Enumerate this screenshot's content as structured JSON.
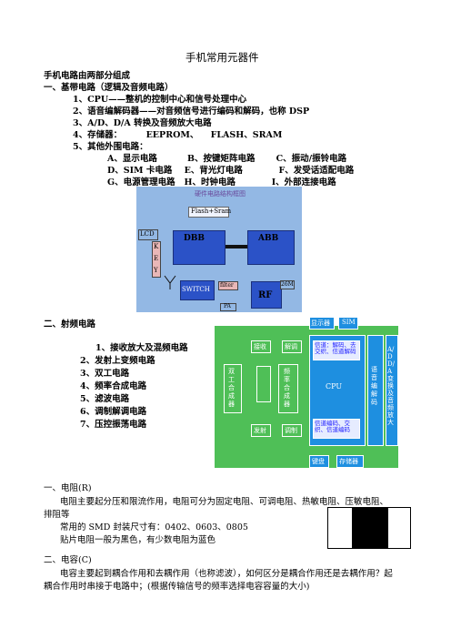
{
  "title": "手机常用元器件",
  "intro": "手机电路由两部分组成",
  "section1": {
    "heading": "一、基带电路（逻辑及音频电路）",
    "items": [
      "1、CPU——整机的控制中心和信号处理中心",
      "2、语音编解码器——对音频信号进行编码和解码，也称 DSP",
      "3、A/D、D/A 转换及音频放大电路",
      "4、存储器：        EEPROM、    FLASH、SRAM",
      "5、其他外围电路："
    ],
    "peripherals": [
      "A、显示电路          B、按键矩阵电路       C、振动/振铃电路",
      "D、SIM 卡电路    E、背光灯电路            F、发受话适配电路",
      "G、电源管理电路   H、时钟电路            I、外部连接电路"
    ]
  },
  "diagram1": {
    "caption": "硬件电路结构框图",
    "flash": "Flash+Sram",
    "lcd": "LCD",
    "key": [
      "K",
      "E",
      "Y"
    ],
    "dbb": "DBB",
    "abb": "ABB",
    "switch": "SWITCH",
    "filter": "filter",
    "rf": "RF",
    "m26": "26M",
    "pa": "PA"
  },
  "section2": {
    "heading": "二、射频电路",
    "items": [
      "1、接收放大及混频电路",
      "2、发射上变频电路",
      "3、双工电路",
      "4、频率合成电路",
      "5、滤波电路",
      "6、调制解调电路",
      "7、压控振荡电路"
    ]
  },
  "diagram2": {
    "display": "显示器",
    "sim": "SIM",
    "receive": "接收",
    "demod": "解调",
    "blue1": "信道：解码、去交织、信道解码",
    "adda": "A/D D/A 变换及音频放大",
    "rf_synth": "双工合成器",
    "freq_synth": "频率合成器",
    "cpu": "CPU",
    "codec": "语音编解码",
    "blue2": "信道编码、交织、信道编码",
    "transmit": "发射",
    "modulate": "调制",
    "keyboard": "键盘",
    "storage": "存储器"
  },
  "resistor": {
    "heading": "一、电阻(R)",
    "desc1": "电阻主要起分压和限流作用，电阻可分为固定电阻、可调电阻、热敏电阻、压敏电阻、",
    "desc2": "排阻等",
    "smd": "常用的 SMD 封装尺寸有：0402、0603、0805",
    "color": "贴片电阻一般为黑色，有少数电阻为蓝色"
  },
  "capacitor": {
    "heading": "二、电容(C)",
    "desc1": "电容主要起到耦合作用和去耦作用（也称滤波），如何区分是耦合作用还是去耦作用？起",
    "desc2": "耦合作用时串接于电路中；(根据传输信号的频率选择电容容量的大小)"
  }
}
